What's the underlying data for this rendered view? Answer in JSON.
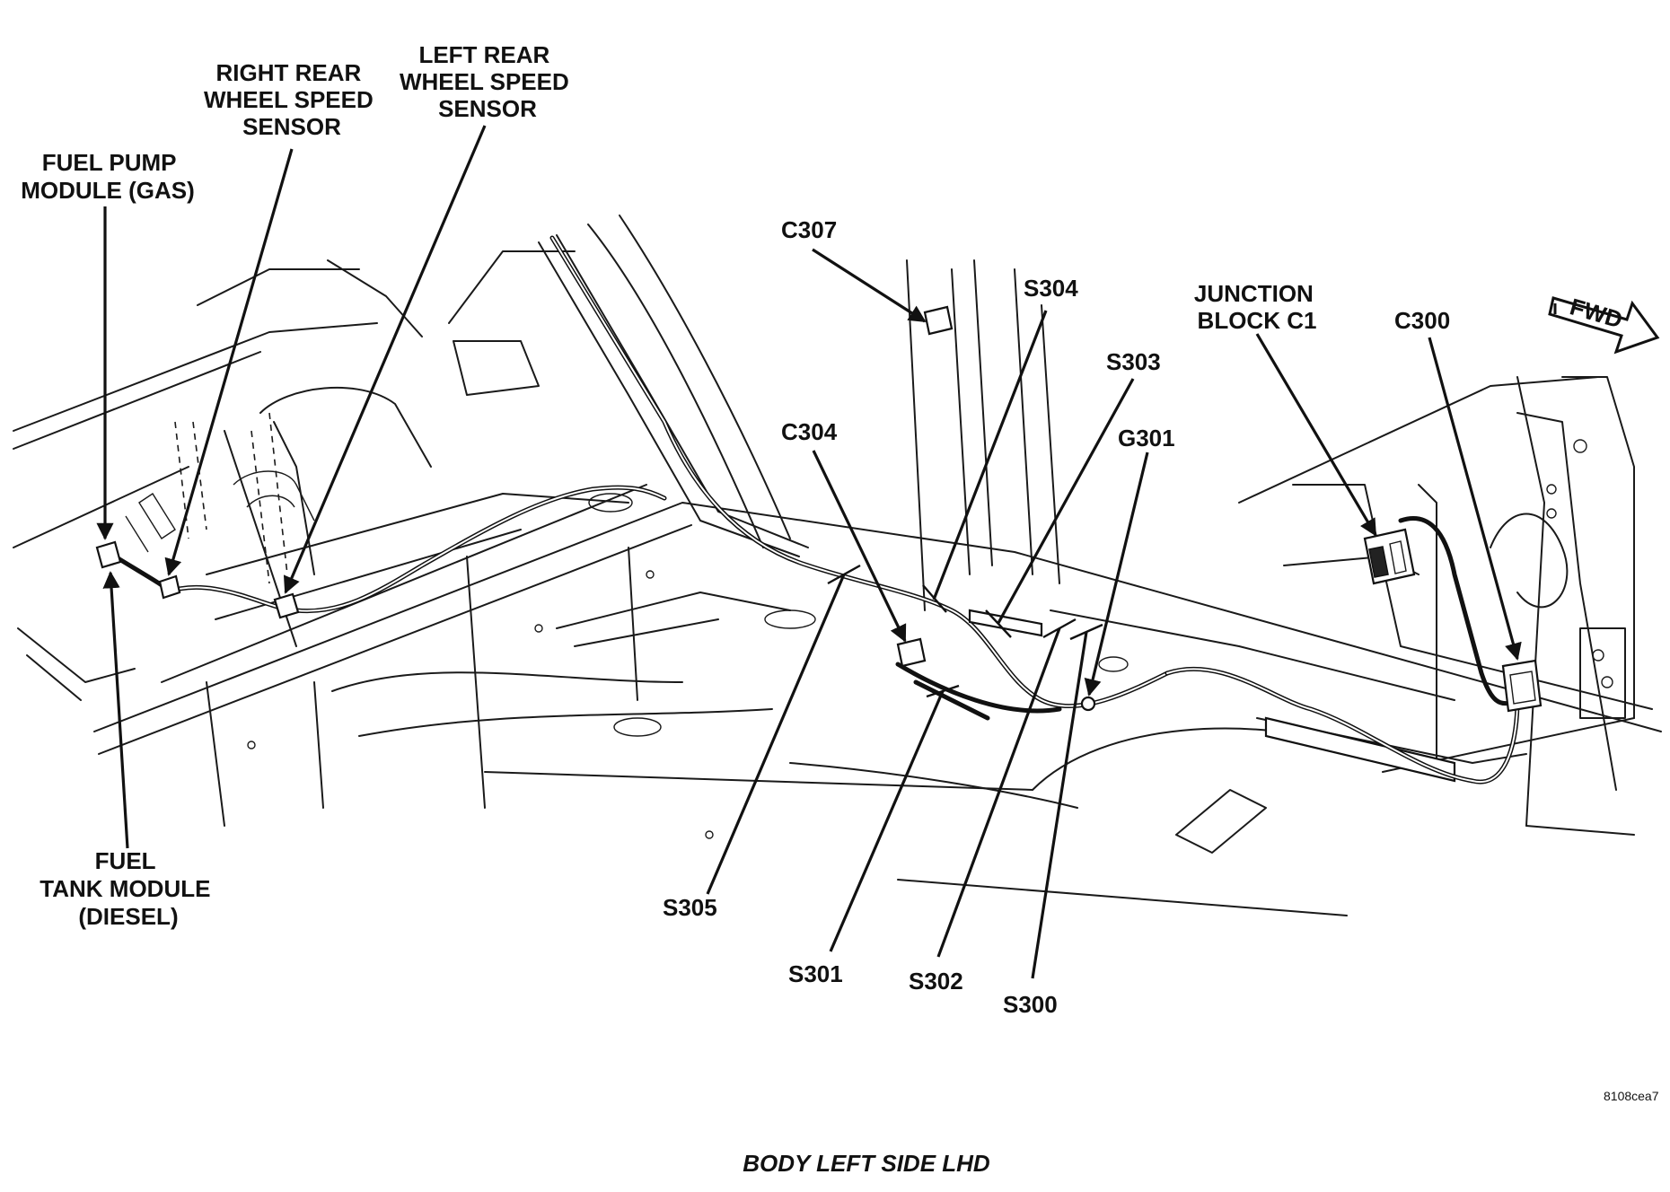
{
  "caption": "BODY LEFT SIDE LHD",
  "reference_code": "8108cea7",
  "direction_label": "FWD",
  "callouts": [
    {
      "id": "fuel-pump-module",
      "lines": [
        "FUEL PUMP",
        "MODULE (GAS)"
      ]
    },
    {
      "id": "right-rear-wheel-speed-sensor",
      "lines": [
        "RIGHT REAR",
        "WHEEL SPEED",
        "SENSOR"
      ]
    },
    {
      "id": "left-rear-wheel-speed-sensor",
      "lines": [
        "LEFT REAR",
        "WHEEL SPEED",
        "SENSOR"
      ]
    },
    {
      "id": "c307",
      "lines": [
        "C307"
      ]
    },
    {
      "id": "s304",
      "lines": [
        "S304"
      ]
    },
    {
      "id": "junction-block-c1",
      "lines": [
        "JUNCTION",
        "BLOCK C1"
      ]
    },
    {
      "id": "c300",
      "lines": [
        "C300"
      ]
    },
    {
      "id": "s303",
      "lines": [
        "S303"
      ]
    },
    {
      "id": "c304",
      "lines": [
        "C304"
      ]
    },
    {
      "id": "g301",
      "lines": [
        "G301"
      ]
    },
    {
      "id": "fuel-tank-module",
      "lines": [
        "FUEL",
        "TANK MODULE",
        "(DIESEL)"
      ]
    },
    {
      "id": "s305",
      "lines": [
        "S305"
      ]
    },
    {
      "id": "s301",
      "lines": [
        "S301"
      ]
    },
    {
      "id": "s302",
      "lines": [
        "S302"
      ]
    },
    {
      "id": "s300",
      "lines": [
        "S300"
      ]
    }
  ]
}
